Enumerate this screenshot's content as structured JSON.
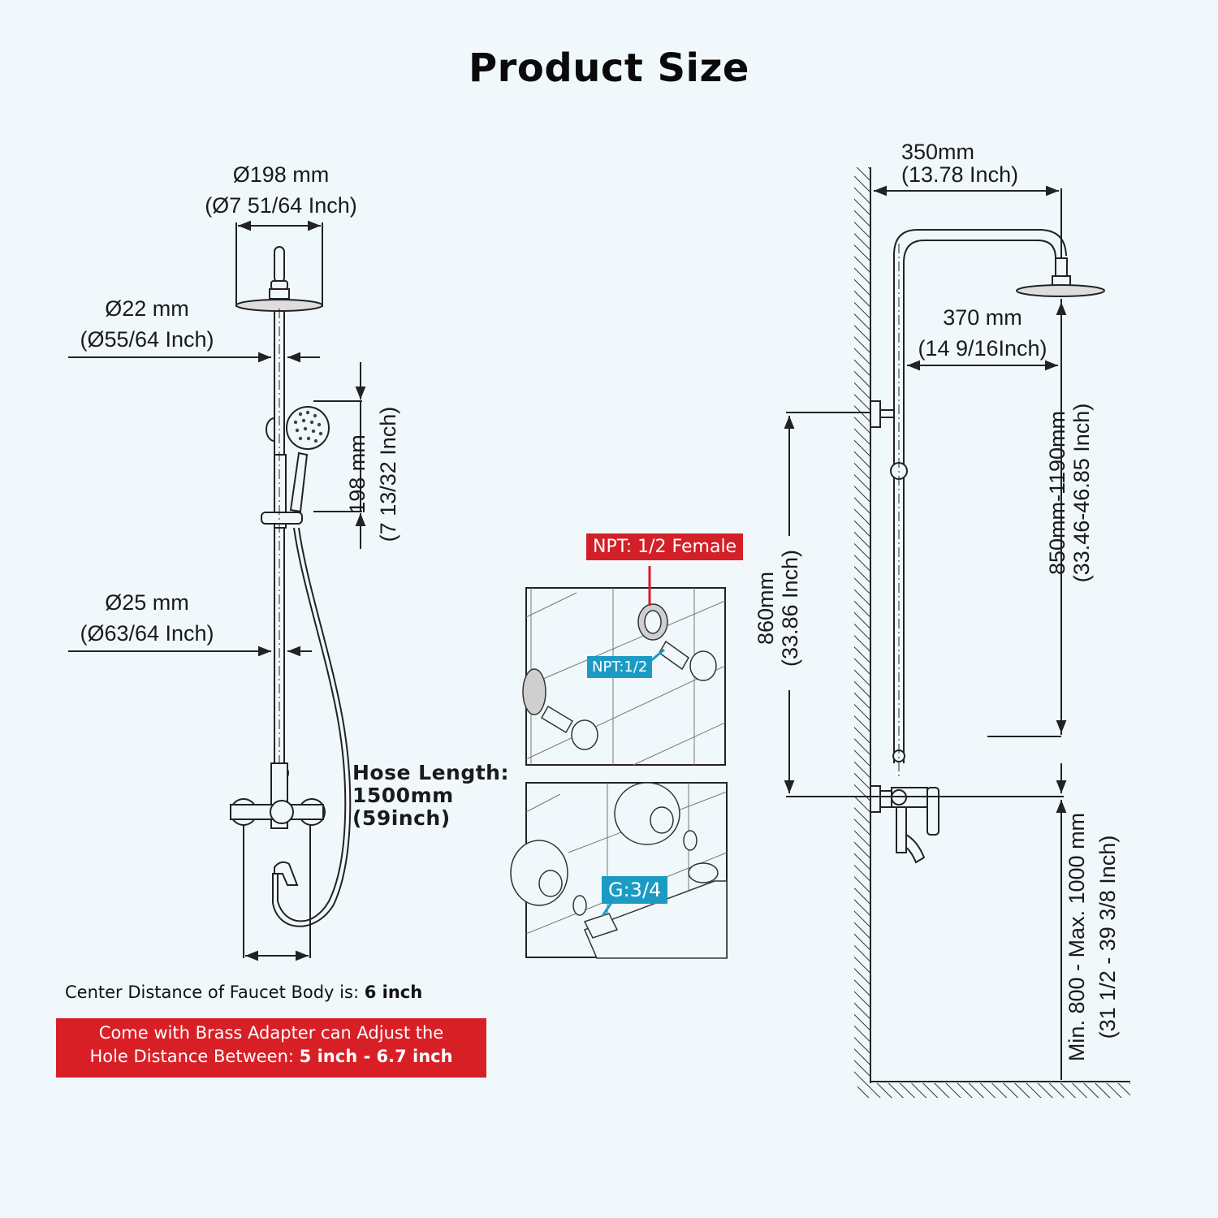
{
  "title": "Product Size",
  "left_diagram": {
    "head_diameter": {
      "mm": "Ø198 mm",
      "inch": "(Ø7 51/64 Inch)"
    },
    "upper_pipe_diameter": {
      "mm": "Ø22 mm",
      "inch": "(Ø55/64 Inch)"
    },
    "handheld_height": {
      "mm": "198 mm",
      "inch": "(7 13/32 Inch)"
    },
    "lower_pipe_diameter": {
      "mm": "Ø25 mm",
      "inch": "(Ø63/64 Inch)"
    },
    "hose": {
      "label": "Hose Length:",
      "mm": "1500mm",
      "inch": "(59inch)"
    }
  },
  "notes": {
    "center_distance_prefix": "Center Distance of Faucet Body is: ",
    "center_distance_value": "6 inch",
    "adapter_line1": "Come with Brass Adapter can Adjust the",
    "adapter_line2_prefix": "Hole Distance Between: ",
    "adapter_line2_value": "5 inch - 6.7 inch"
  },
  "detail_panels": {
    "top_red_tag": "NPT: 1/2 Female",
    "top_blue_tag": "NPT:1/2",
    "bottom_blue_tag": "G:3/4"
  },
  "right_diagram": {
    "arm_reach": {
      "mm": "350mm",
      "inch": "(13.78 Inch)"
    },
    "inner_width": {
      "mm": "370 mm",
      "inch": "(14 9/16Inch)"
    },
    "total_height": {
      "mm": "850mm-1190mm",
      "inch": "(33.46-46.85 Inch)"
    },
    "bracket_distance": {
      "mm": "860mm",
      "inch": "(33.86 Inch)"
    },
    "floor_height": {
      "mm": "Min. 800 - Max. 1000 mm",
      "inch": "(31 1/2 - 39 3/8 Inch)"
    }
  },
  "colors": {
    "background": "#f1f8fb",
    "red": "#d91f26",
    "blue": "#1b9bc4"
  }
}
